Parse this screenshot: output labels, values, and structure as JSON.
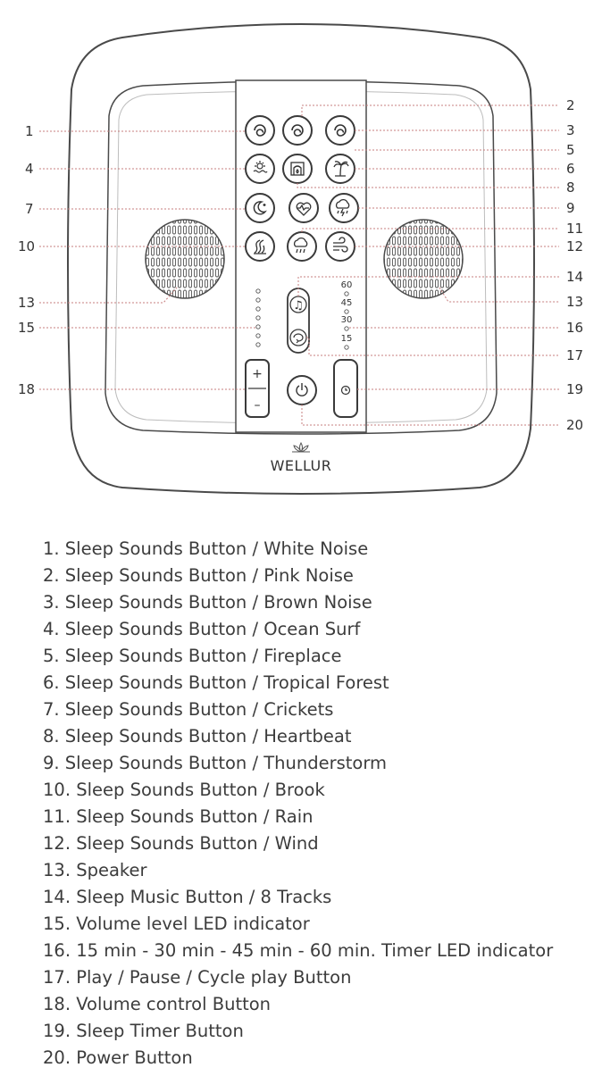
{
  "brand": "WELLUR",
  "callout_numbers": [
    "1",
    "2",
    "3",
    "4",
    "5",
    "6",
    "7",
    "8",
    "9",
    "10",
    "11",
    "12",
    "13",
    "13",
    "14",
    "15",
    "16",
    "17",
    "18",
    "19",
    "20"
  ],
  "timer_marks": [
    "60",
    "45",
    "30",
    "15"
  ],
  "volume_buttons": {
    "plus": "+",
    "minus": "–"
  },
  "legend": [
    "1. Sleep Sounds Button / White Noise",
    "2. Sleep Sounds Button / Pink Noise",
    "3. Sleep Sounds Button / Brown Noise",
    "4. Sleep Sounds Button / Ocean Surf",
    "5. Sleep Sounds Button / Fireplace",
    "6. Sleep Sounds Button / Tropical Forest",
    "7. Sleep Sounds Button / Crickets",
    "8. Sleep Sounds Button / Heartbeat",
    "9. Sleep Sounds Button / Thunderstorm",
    "10. Sleep Sounds Button / Brook",
    "11. Sleep Sounds Button / Rain",
    "12. Sleep Sounds Button / Wind",
    "13. Speaker",
    "14. Sleep Music Button / 8 Tracks",
    "15. Volume level LED indicator",
    "16. 15 min - 30 min - 45 min - 60 min. Timer LED indicator",
    "17. Play / Pause / Cycle play Button",
    "18. Volume control Button",
    "19. Sleep Timer Button",
    "20. Power Button"
  ],
  "icons": {
    "white_noise": "swirl-icon",
    "pink_noise": "swirl-icon",
    "brown_noise": "swirl-icon",
    "ocean_surf": "sun-over-waves-icon",
    "fireplace": "fireplace-icon",
    "tropical_forest": "palm-tree-icon",
    "crickets": "moon-stars-icon",
    "heartbeat": "heart-pulse-icon",
    "thunderstorm": "storm-cloud-icon",
    "brook": "stream-icon",
    "rain": "rain-cloud-icon",
    "wind": "wind-icon",
    "music": "music-note-icon",
    "loop": "loop-icon",
    "power": "power-icon",
    "timer": "clock-icon",
    "logo": "lotus-icon"
  },
  "colors": {
    "line": "#4a4a4a",
    "callout": "#c77f7f",
    "device_fill": "#ffffff"
  }
}
